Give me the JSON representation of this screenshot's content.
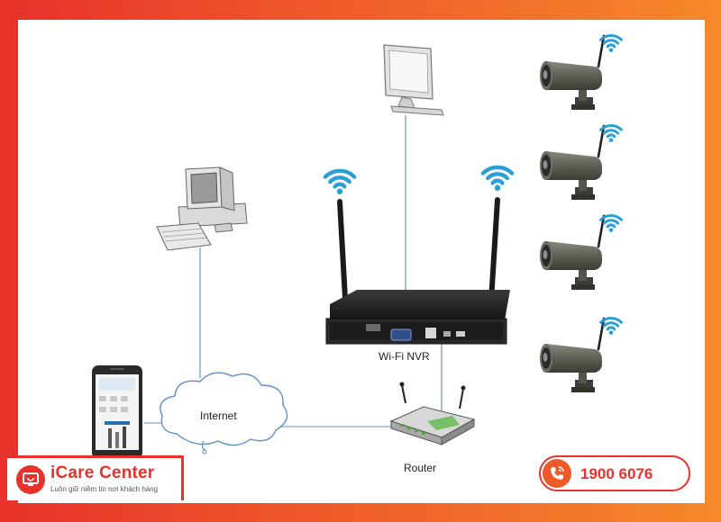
{
  "diagram": {
    "nodes": {
      "nvr": "Wi-Fi NVR",
      "router": "Router",
      "internet": "Internet"
    }
  },
  "branding": {
    "name": "iCare Center",
    "tagline": "Luôn giữ niềm tin nơi khách hàng",
    "hotline": "1900 6076",
    "colors": {
      "primary": "#e8312b",
      "secondary": "#f5892a"
    }
  },
  "icons": [
    "monitor-icon",
    "desktop-computer-icon",
    "smartphone-icon",
    "wifi-icon",
    "bullet-camera-icon",
    "router-icon",
    "cloud-icon",
    "phone-icon"
  ]
}
